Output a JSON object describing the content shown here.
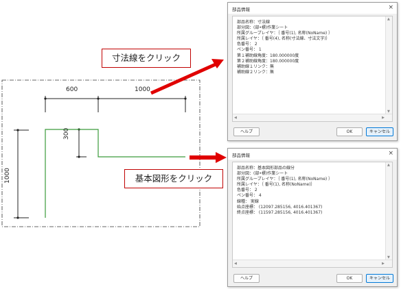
{
  "drawing": {
    "dim_600": "600",
    "dim_1000_top": "1000",
    "dim_300": "300",
    "dim_1000_left": "1000",
    "line_color": "#3a9a3a",
    "arrow_color": "#e00000"
  },
  "callouts": {
    "top": "寸法線をクリック",
    "bottom": "基本図形をクリック"
  },
  "dialog_top": {
    "title": "部品情報",
    "close": "×",
    "lines": [
      "部品名称：寸法線",
      "部分図：(部•標)作業シート",
      "所属グループレイヤ：｛ 番号(1), 名称(NoName) ｝",
      "所属レイヤ：｛ 番号(4), 名称(寸法線、寸法文字)｝",
      "色番号： 2",
      "ペン番号： 1",
      "第１補助線角度：180.000000度",
      "第２補助線角度：180.000000度",
      "補助線１リンク：無",
      "補助線２リンク：無"
    ],
    "help_label": "ヘルプ",
    "ok_label": "OK",
    "cancel_label": "キャンセル"
  },
  "dialog_bottom": {
    "title": "部品情報",
    "close": "×",
    "lines": [
      "部品名称：基本図形部品の線分",
      "部分図：(部•標)作業シート",
      "所属グループレイヤ：｛ 番号(1), 名称(NoName) ｝",
      "所属レイヤ：｛ 番号(1), 名称(NoName)｝",
      "色番号： 2",
      "ペン番号： 4",
      "線種： 実線",
      "始点座標： (12097.285156, 4016.401367)",
      "終点座標： (11597.285156, 4016.401367)"
    ],
    "help_label": "ヘルプ",
    "ok_label": "OK",
    "cancel_label": "キャンセル"
  }
}
